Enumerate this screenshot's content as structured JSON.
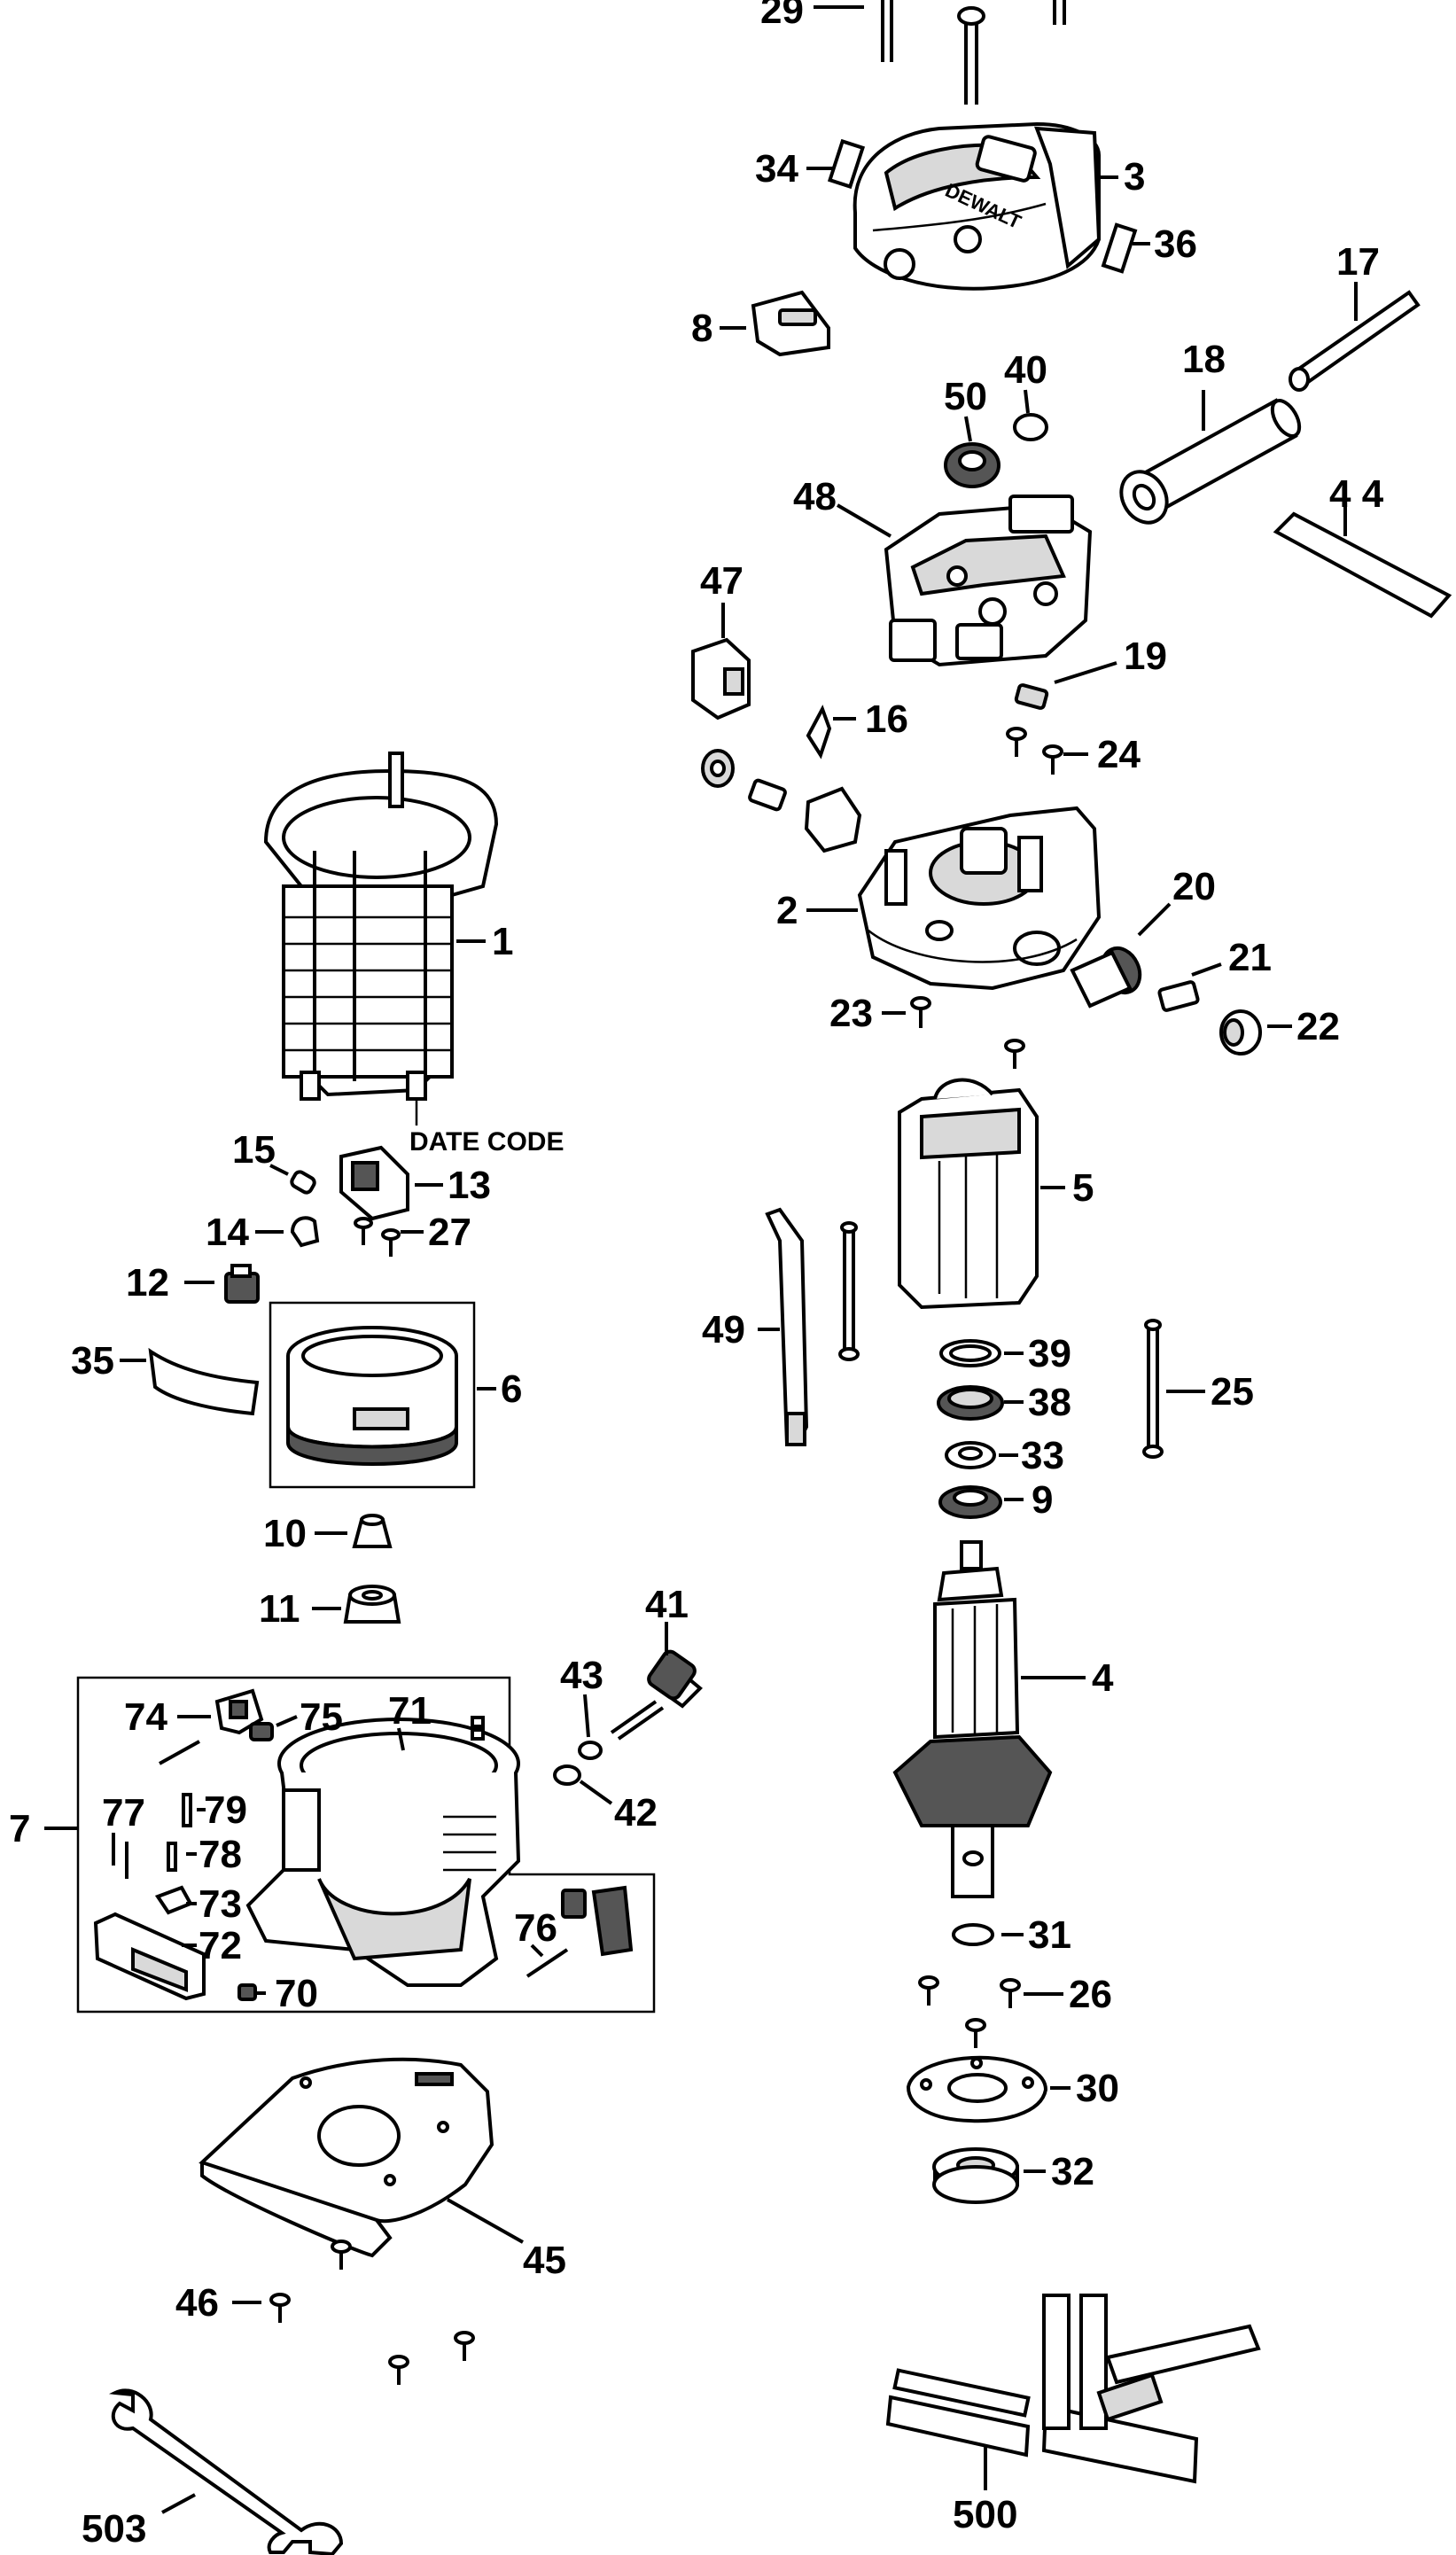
{
  "diagram": {
    "labels": {
      "p1": "1",
      "p2": "2",
      "p3": "3",
      "p4": "4",
      "p5": "5",
      "p6": "6",
      "p7": "7",
      "p8": "8",
      "p9": "9",
      "p10": "10",
      "p11": "11",
      "p12": "12",
      "p13": "13",
      "p14": "14",
      "p15": "15",
      "p16": "16",
      "p17": "17",
      "p18": "18",
      "p19": "19",
      "p20": "20",
      "p21": "21",
      "p22": "22",
      "p23": "23",
      "p24": "24",
      "p25": "25",
      "p26": "26",
      "p27": "27",
      "p29": "29",
      "p30": "30",
      "p31": "31",
      "p32": "32",
      "p33": "33",
      "p34": "34",
      "p35": "35",
      "p36": "36",
      "p38": "38",
      "p39": "39",
      "p40": "40",
      "p41": "41",
      "p42": "42",
      "p43": "43",
      "p44": "4 4",
      "p45": "45",
      "p46": "46",
      "p47": "47",
      "p48": "48",
      "p49": "49",
      "p50": "50",
      "p70": "70",
      "p71": "71",
      "p72": "72",
      "p73": "73",
      "p74": "74",
      "p75": "75",
      "p76": "76",
      "p77": "77",
      "p78": "78",
      "p79": "79",
      "p500": "500",
      "p503": "503"
    },
    "date_code": "DATE CODE",
    "brand_mark": "DEWALT"
  }
}
